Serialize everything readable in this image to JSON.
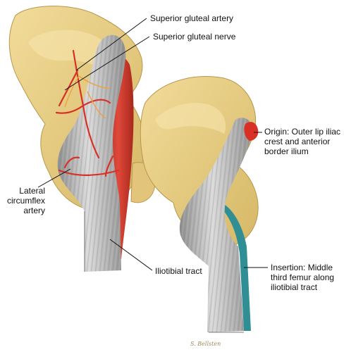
{
  "labels": {
    "superior_gluteal_artery": "Superior gluteal artery",
    "superior_gluteal_nerve": "Superior gluteal nerve",
    "origin_line1": "Origin: Outer lip iliac",
    "origin_line2": "crest and anterior",
    "origin_line3": "border ilium",
    "lateral_line1": "Lateral",
    "lateral_line2": "circumflex",
    "lateral_line3": "artery",
    "iliotibial_tract": "Iliotibial tract",
    "insertion_line1": "Insertion: Middle",
    "insertion_line2": "third femur along",
    "insertion_line3": "iliotibial tract"
  },
  "signature": "S. Bellsten",
  "colors": {
    "bone": "#e8cf8c",
    "bone_shadow": "#c9a95c",
    "muscle": "#a9a9a9",
    "muscle_highlight": "#d6d6d6",
    "vessel": "#d93025",
    "nerve": "#f0a040",
    "insertion_accent": "#2f8f95"
  }
}
